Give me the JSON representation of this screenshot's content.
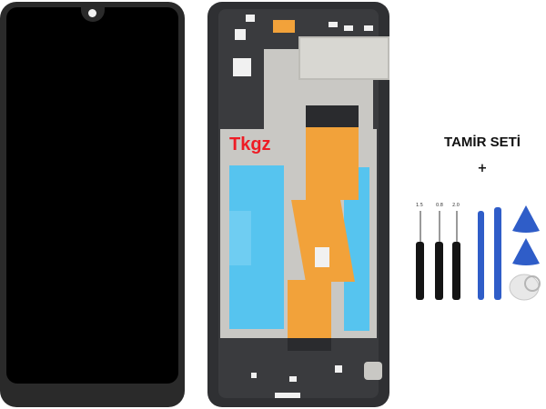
{
  "product": {
    "watermark": "Tkgz",
    "kit_title": "TAMİR SETİ",
    "kit_plus": "+",
    "screwdriver_labels": [
      "1.5",
      "0.8",
      "2.0"
    ],
    "colors": {
      "watermark": "#ee1c25",
      "tool_blue": "#2f5dc8",
      "flex_cable": "#f2a23a",
      "battery_area_blue": "#56c4ef",
      "frame": "#2f3033"
    }
  }
}
